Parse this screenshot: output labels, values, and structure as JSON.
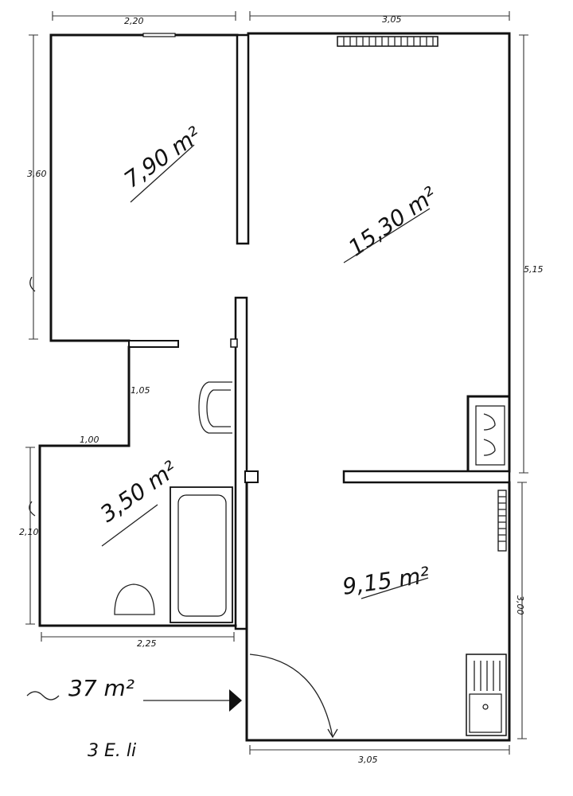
{
  "plan": {
    "dimensions": {
      "top_left_width": "2,20",
      "top_right_width": "3,05",
      "left_height": "3,60",
      "right_height": "5,15",
      "hall_step": "1,05",
      "hall_width": "1,00",
      "bath_height": "2,10",
      "bath_width": "2,25",
      "kitchen_height": "3,00",
      "bottom_width": "3,05"
    },
    "rooms": {
      "bedroom_area": "7,90 m²",
      "living_area": "15,30 m²",
      "bath_area": "3,50 m²",
      "kitchen_area": "9,15 m²"
    },
    "total_area": "37 m²",
    "unit_label": "3 E. li"
  }
}
